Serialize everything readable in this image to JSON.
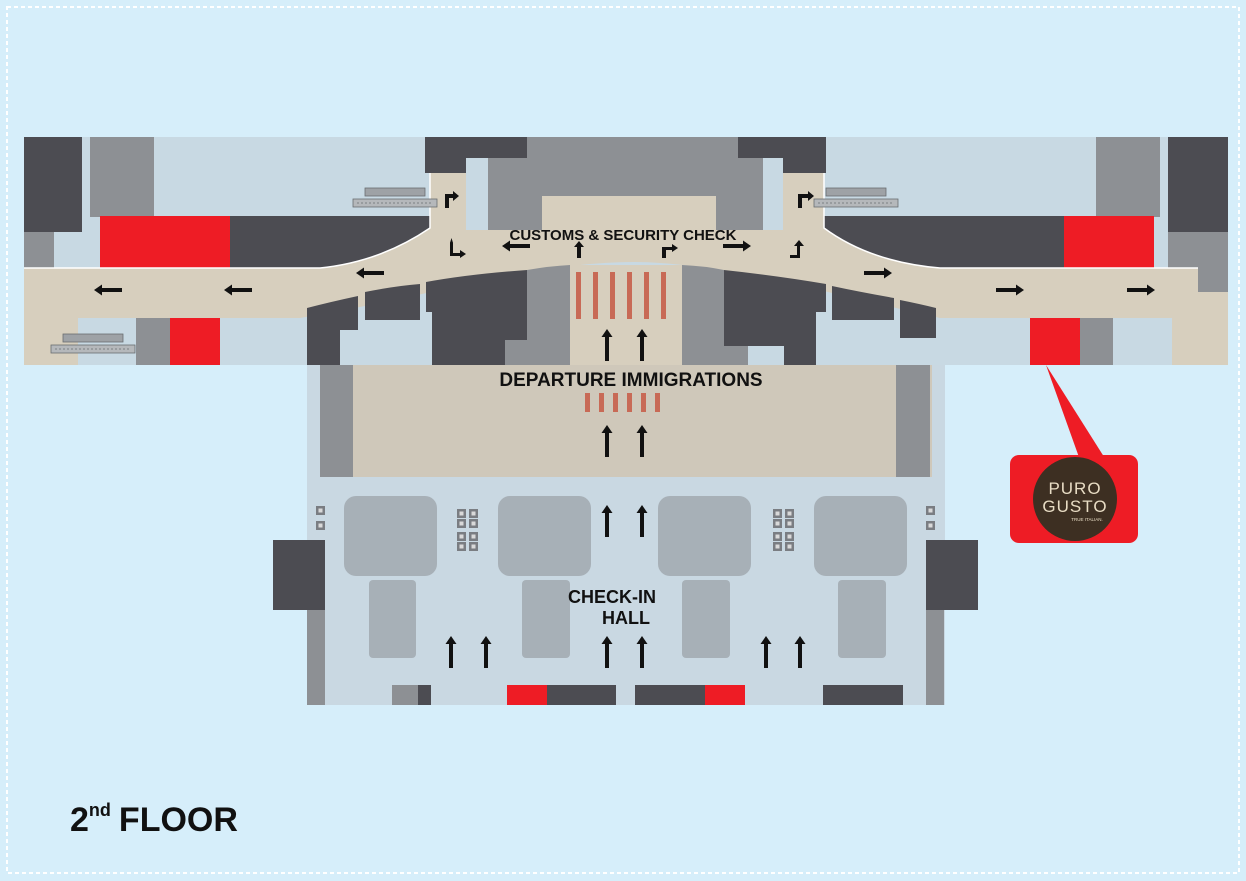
{
  "floor": {
    "number": "2",
    "suffix": "nd",
    "word": "FLOOR"
  },
  "zones": {
    "customs": "CUSTOMS & SECURITY CHECK",
    "immigration": "DEPARTURE IMMIGRATIONS",
    "checkin_line1": "CHECK-IN",
    "checkin_line2": "HALL"
  },
  "callout": {
    "brand_line1": "PURO",
    "brand_line2": "GUSTO",
    "tagline": "TRUE ITALIAN."
  },
  "colors": {
    "background": "#d6eefa",
    "corridor": "#d7cfbe",
    "immigration_hall": "#cfc8ba",
    "checkin_hall": "#c9d8e2",
    "dark_block": "#4c4c52",
    "mid_block": "#8d9094",
    "highlight_red": "#ee1c25",
    "badge_dark": "#3d2f22",
    "badge_text": "#e8dcc4",
    "crossing_stripe": "#c86a56",
    "arrow": "#111111"
  },
  "icons": [
    "arrow-up-icon",
    "arrow-left-icon",
    "arrow-right-icon",
    "turn-arrow-icon",
    "callout-pointer-icon",
    "x-ray-scanner-icon",
    "kiosk-icon"
  ]
}
